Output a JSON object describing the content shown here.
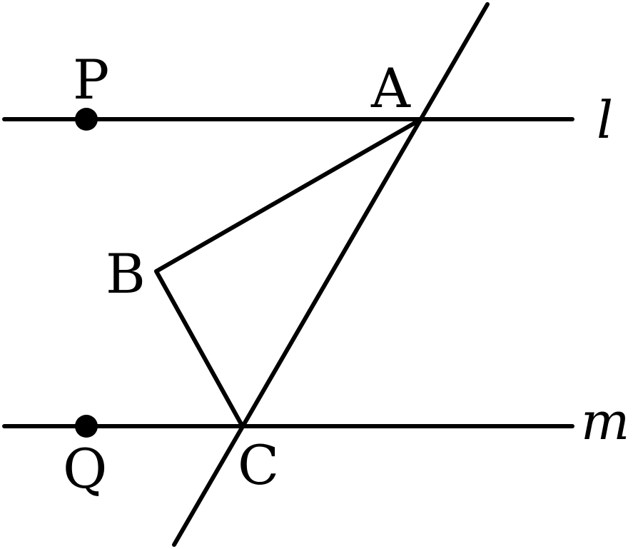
{
  "figure": {
    "line_labels": {
      "l": "l",
      "m": "m"
    },
    "points": {
      "P": "P",
      "Q": "Q",
      "A": "A",
      "B": "B",
      "C": "C"
    },
    "ink_color": "#000000",
    "background_color": "#ffffff"
  }
}
